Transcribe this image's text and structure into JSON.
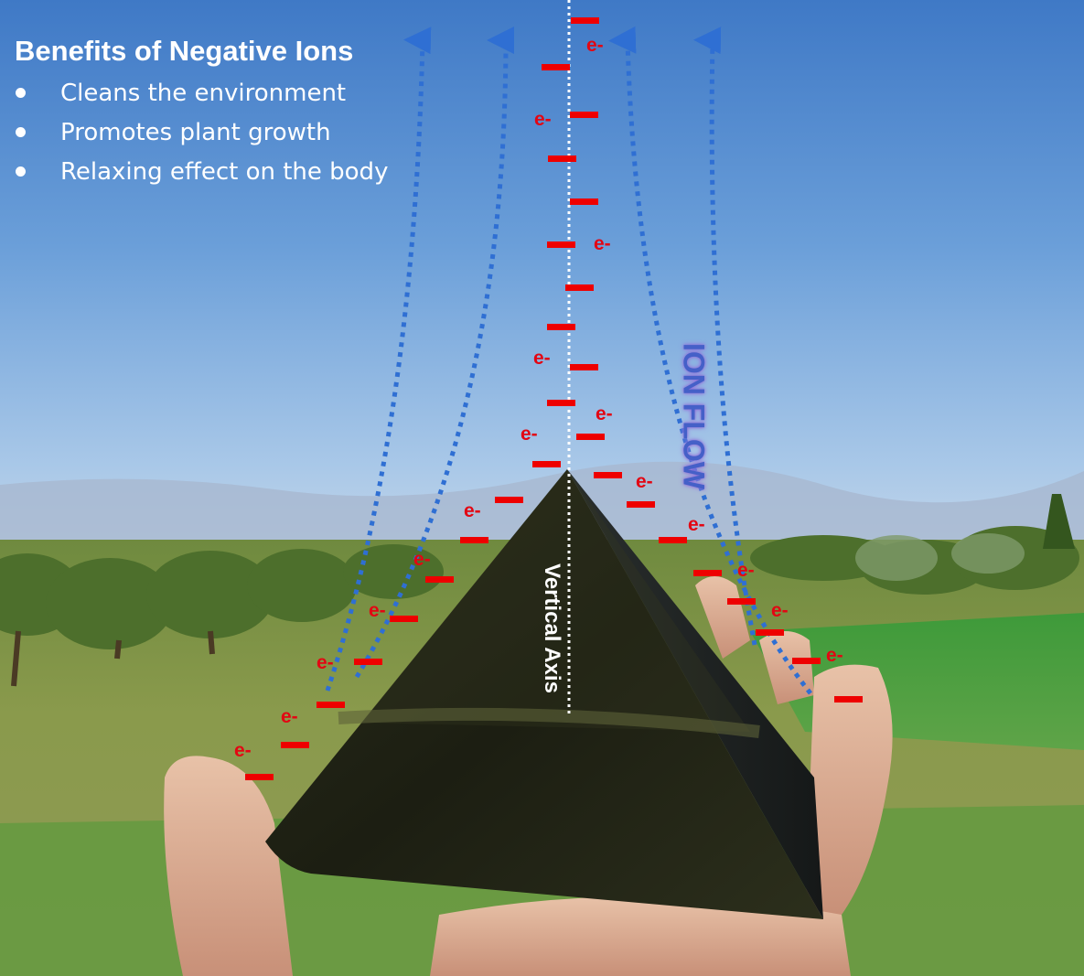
{
  "heading": "Benefits of Negative Ions",
  "benefits": [
    "Cleans the environment",
    "Promotes plant growth",
    "Relaxing effect on the body"
  ],
  "axis_label": "Vertical Axis",
  "flow_label": "ION FLOW",
  "electron_symbol": "e-",
  "colors": {
    "sky_top": "#3f79c6",
    "arrow_blue": "#2f6fd3",
    "charge_red": "#ee0000",
    "ion_flow_text": "#4560c8"
  }
}
